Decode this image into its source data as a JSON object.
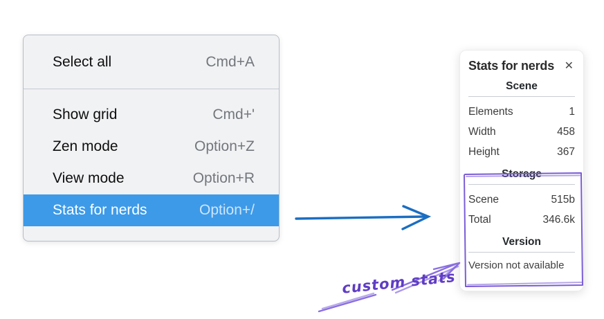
{
  "colors": {
    "menu_background": "#f1f2f4",
    "menu_border": "#b7bec6",
    "highlight_blue": "#3d9ae8",
    "arrow_blue": "#1b6ec2",
    "annotation_purple": "#6741d9",
    "annotation_purple_light": "#8a6fe0"
  },
  "menu": {
    "groups": [
      {
        "items": [
          {
            "label": "Select all",
            "shortcut": "Cmd+A",
            "selected": false
          }
        ]
      },
      {
        "items": [
          {
            "label": "Show grid",
            "shortcut": "Cmd+'",
            "selected": false
          },
          {
            "label": "Zen mode",
            "shortcut": "Option+Z",
            "selected": false
          },
          {
            "label": "View mode",
            "shortcut": "Option+R",
            "selected": false
          },
          {
            "label": "Stats for nerds",
            "shortcut": "Option+/",
            "selected": true
          }
        ]
      }
    ]
  },
  "stats_panel": {
    "title": "Stats for nerds",
    "close_icon": "✕",
    "sections": [
      {
        "header": "Scene",
        "rows": [
          {
            "label": "Elements",
            "value": "1"
          },
          {
            "label": "Width",
            "value": "458"
          },
          {
            "label": "Height",
            "value": "367"
          }
        ]
      },
      {
        "header": "Storage",
        "rows": [
          {
            "label": "Scene",
            "value": "515b"
          },
          {
            "label": "Total",
            "value": "346.6k"
          }
        ]
      },
      {
        "header": "Version",
        "note": "Version not available"
      }
    ]
  },
  "annotation": {
    "label": "custom stats"
  }
}
